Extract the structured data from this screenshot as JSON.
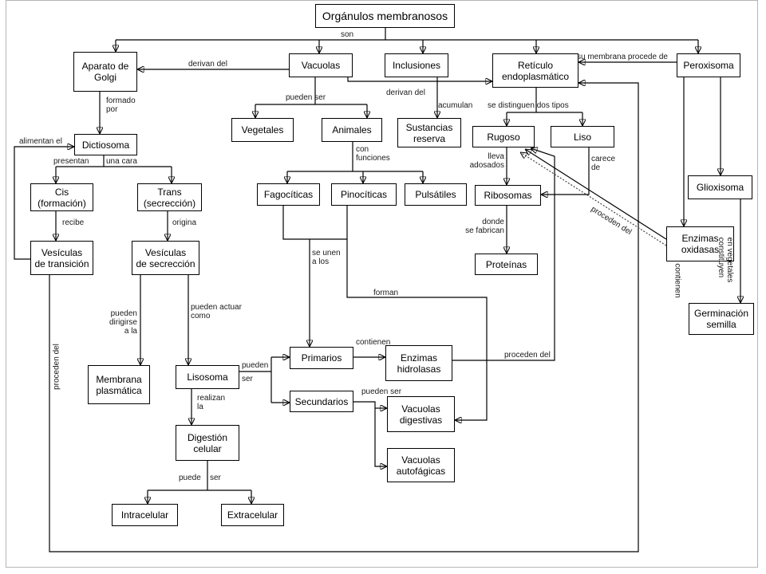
{
  "diagram": {
    "root": "Orgánulos membranosos",
    "nodes": {
      "aparato_golgi": [
        "Aparato de",
        "Golgi"
      ],
      "vacuolas": "Vacuolas",
      "inclusiones": "Inclusiones",
      "reticulo": [
        "Retículo",
        "endoplasmático"
      ],
      "peroxisoma": "Peroxisoma",
      "dictiosoma": "Dictiosoma",
      "cis": [
        "Cis",
        "(formación)"
      ],
      "trans": [
        "Trans",
        "(secrección)"
      ],
      "vesiculas_transicion": [
        "Vesículas",
        "de transición"
      ],
      "vesiculas_secrecion": [
        "Vesículas",
        "de secrección"
      ],
      "membrana_plasmatica": [
        "Membrana",
        "plasmática"
      ],
      "lisosoma": "Lisosoma",
      "digestion_celular": [
        "Digestión",
        "celular"
      ],
      "intracelular": "Intracelular",
      "extracelular": "Extracelular",
      "vegetales": "Vegetales",
      "animales": "Animales",
      "fagociticas": "Fagocíticas",
      "pinociticas": "Pinocíticas",
      "pulsatiles": "Pulsátiles",
      "sustancias_reserva": [
        "Sustancias",
        "reserva"
      ],
      "rugoso": "Rugoso",
      "liso": "Liso",
      "ribosomas": "Ribosomas",
      "proteinas": "Proteínas",
      "glioxisoma": "Glioxisoma",
      "enzimas_oxidasas": [
        "Enzimas",
        "oxidasas"
      ],
      "germinacion_semilla": [
        "Germinación",
        "semilla"
      ],
      "primarios": "Primarios",
      "secundarios": "Secundarios",
      "enzimas_hidrolasas": [
        "Enzimas",
        "hidrolasas"
      ],
      "vacuolas_digestivas": [
        "Vacuolas",
        "digestivas"
      ],
      "vacuolas_autofagicas": [
        "Vacuolas",
        "autofágicas"
      ]
    },
    "links": {
      "son": "son",
      "vacuolas_golgi": "derivan del",
      "vacuolas_reticulo": "derivan del",
      "peroxisoma_reticulo": "su membrana procede de",
      "golgi_dictiosoma": [
        "formado",
        "por"
      ],
      "vesiculas_dictiosoma": "alimentan el",
      "dictiosoma_caras": [
        "presentan",
        "una cara"
      ],
      "cis_vesiculas": "recibe",
      "trans_vesiculas": "origina",
      "vesiculas_membrana": [
        "pueden",
        "dirigirse",
        "a la"
      ],
      "vesiculas_lisosoma": [
        "pueden actuar",
        "como"
      ],
      "lisosoma_tipos": [
        "pueden",
        "ser"
      ],
      "lisosoma_digestion": [
        "realizan",
        "la"
      ],
      "digestion_tipos": [
        "puede",
        "ser"
      ],
      "vacuolas_tipos": "pueden ser",
      "animales_funciones": [
        "con",
        "funciones"
      ],
      "fagociticas_primarios": [
        "se unen",
        "a los"
      ],
      "pinociticas_vacuolas": "forman",
      "primarios_enzimas": "contienen",
      "secundarios_vacuolas": "pueden ser",
      "inclusiones_sustancias": "acumulan",
      "reticulo_tipos": "se distinguen dos tipos",
      "rugoso_ribosomas": [
        "lleva",
        "adosados"
      ],
      "liso_ribosomas": [
        "carece",
        "de"
      ],
      "ribosomas_proteinas": [
        "donde",
        "se fabrican"
      ],
      "hidrolasas_rugoso": "proceden del",
      "oxidasas_rugoso": "proceden del",
      "vesiculas_reticulo": "proceden del",
      "peroxisoma_oxidasas": "contienen",
      "peroxisoma_glioxisoma": [
        "en vegetales",
        "constituyen"
      ]
    }
  }
}
